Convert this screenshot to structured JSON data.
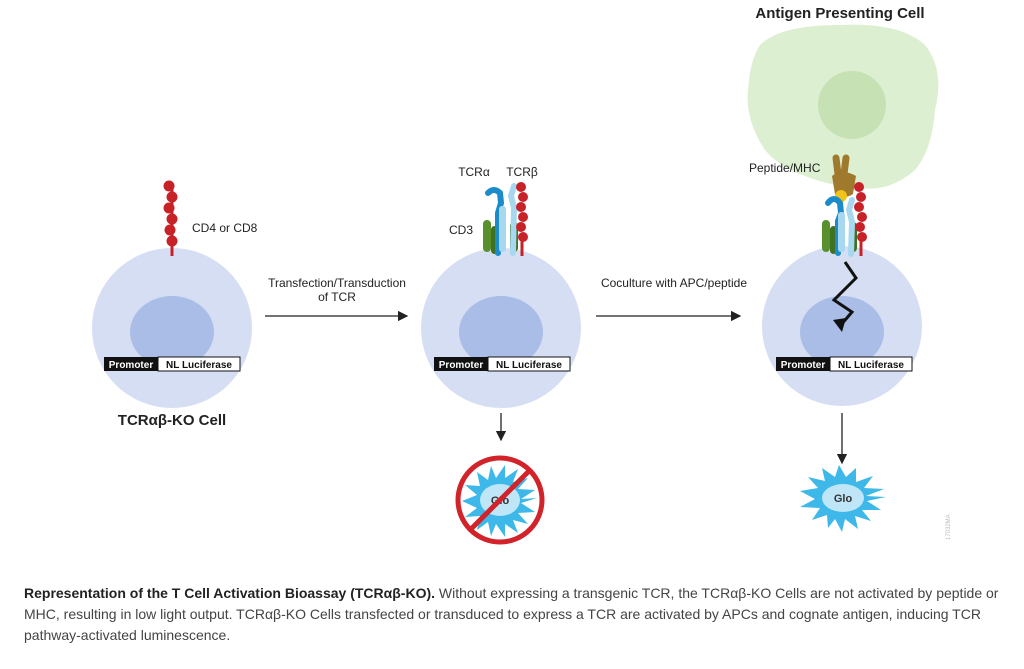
{
  "diagram": {
    "apc_label": "Antigen Presenting Cell",
    "cd4_cd8_label": "CD4 or CD8",
    "tcr_alpha_label": "TCRα",
    "tcr_beta_label": "TCRβ",
    "cd3_label": "CD3",
    "peptide_mhc_label": "Peptide/MHC",
    "step1_arrow_label_line1": "Transfection/Transduction",
    "step1_arrow_label_line2": "of TCR",
    "step2_arrow_label": "Coculture with APC/peptide",
    "promoter_label": "Promoter",
    "luciferase_label": "NL Luciferase",
    "ko_cell_label": "TCRαβ-KO Cell",
    "glo_label": "Glo",
    "figure_id": "17032MA"
  },
  "caption": {
    "bold": "Representation of the T Cell Activation Bioassay (TCRαβ-KO).",
    "text": " Without expressing a transgenic TCR, the TCRαβ-KO Cells are not activated by peptide or MHC, resulting in low light output. TCRαβ-KO Cells transfected or transduced to express a TCR are activated by APCs and cognate antigen, inducing TCR pathway-activated luminescence."
  },
  "colors": {
    "cell": "#d5def3",
    "nucleus": "#a9bde6",
    "apc": "#dcefd0",
    "apc_nucleus": "#c6e2b4",
    "coreceptor": "#c62228",
    "tcr_dark": "#1b8bc9",
    "tcr_light": "#a8d8f0",
    "cd3": "#5a8f2e",
    "mhc": "#a07a2c",
    "peptide": "#f2c318",
    "glo_burst": "#3db8e8",
    "no_sign": "#d2232a"
  }
}
